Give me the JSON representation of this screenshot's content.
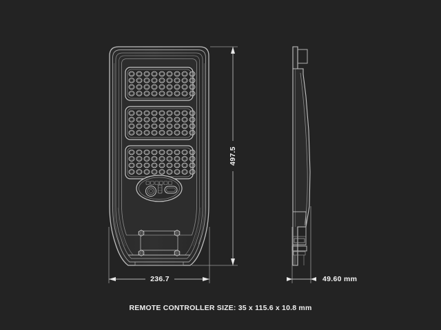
{
  "page": {
    "background_color": "#232323",
    "line_color": "#b9b9b9",
    "text_color": "#f2f2f2",
    "title_note": "REMOTE CONTROLLER SIZE: 35 x 115.6 x 10.8 mm"
  },
  "dimensions": {
    "width": {
      "label": "236.7",
      "orientation": "horizontal",
      "view": "front"
    },
    "height": {
      "label": "497.5",
      "orientation": "vertical",
      "view": "front"
    },
    "depth": {
      "label": "49.60 mm",
      "orientation": "horizontal",
      "view": "side"
    }
  },
  "front_view": {
    "name": "solar-street-light-front-view",
    "led_panels": [
      {
        "name": "led-panel-top",
        "columns": 9,
        "rows": 4
      },
      {
        "name": "led-panel-middle",
        "columns": 9,
        "rows": 4
      },
      {
        "name": "led-panel-bottom",
        "columns": 9,
        "rows": 4
      }
    ],
    "sensor_module": {
      "name": "sensor-control-module",
      "shape": "oval"
    },
    "mounting_bolts": {
      "name": "mounting-bolt",
      "count": 4,
      "shape": "hexagon"
    }
  },
  "side_view": {
    "name": "solar-street-light-side-view",
    "profile": "tapered-slim"
  }
}
